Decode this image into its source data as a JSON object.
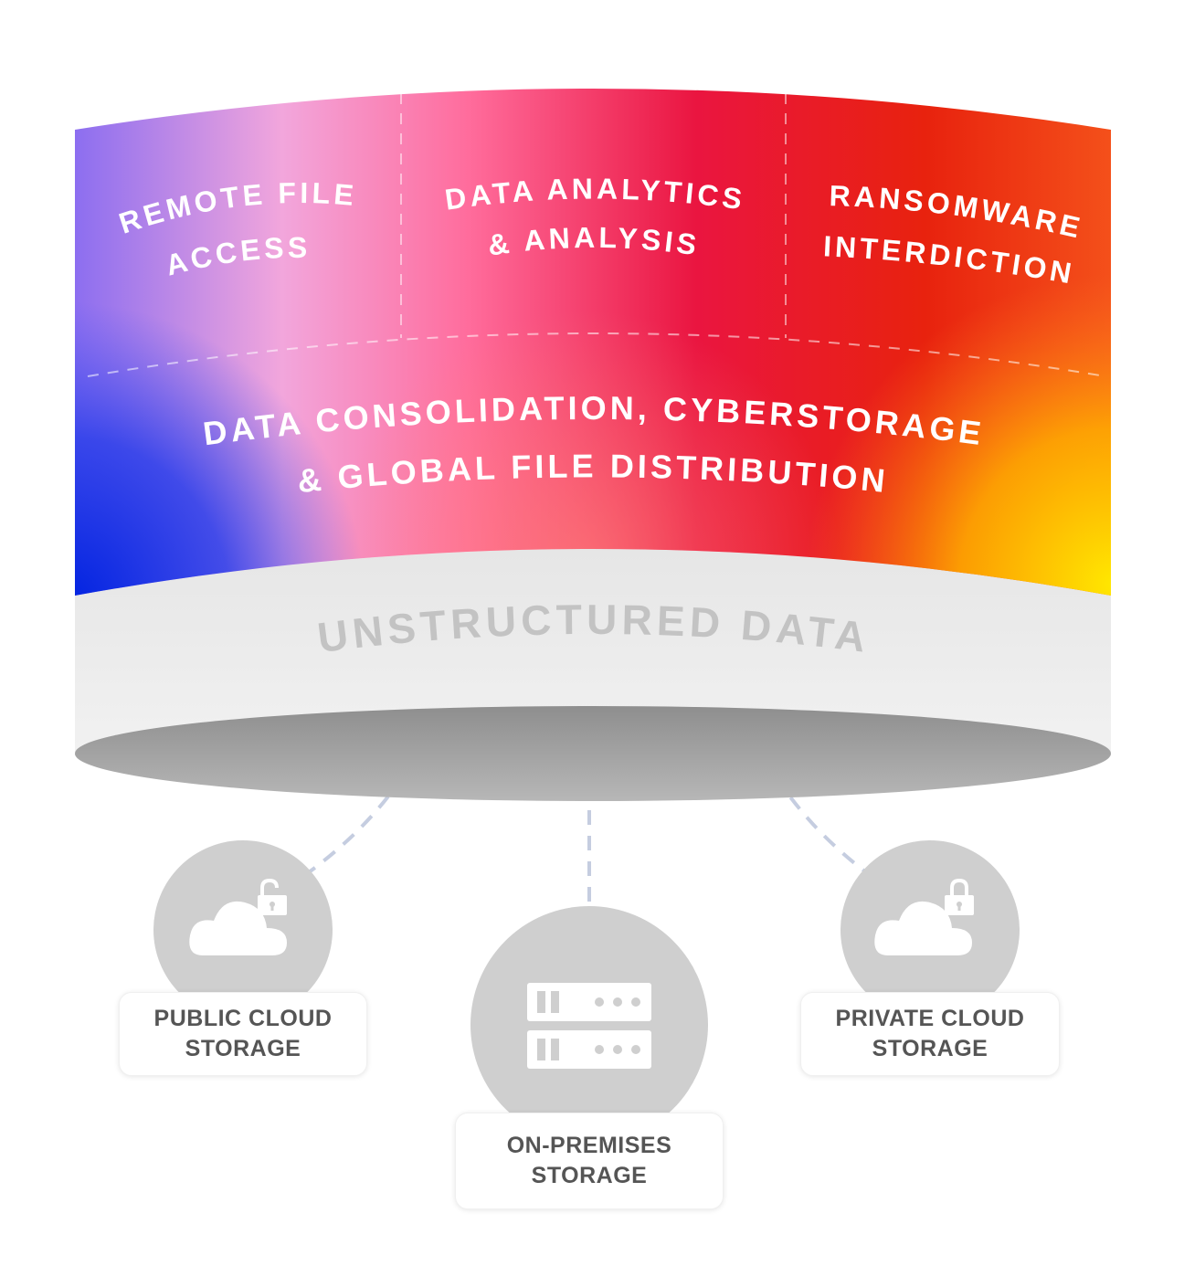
{
  "cylinder": {
    "sections": [
      {
        "line1": "REMOTE FILE",
        "line2": "ACCESS"
      },
      {
        "line1": "DATA ANALYTICS",
        "line2": "& ANALYSIS"
      },
      {
        "line1": "RANSOMWARE",
        "line2": "INTERDICTION"
      }
    ],
    "middle": {
      "line1": "DATA CONSOLIDATION, CYBERSTORAGE",
      "line2": "& GLOBAL FILE DISTRIBUTION"
    },
    "base_label": "UNSTRUCTURED DATA"
  },
  "storage": {
    "public_cloud": {
      "line1": "PUBLIC CLOUD",
      "line2": "STORAGE",
      "icon": "cloud-unlocked-icon"
    },
    "on_premises": {
      "line1": "ON-PREMISES",
      "line2": "STORAGE",
      "icon": "server-rack-icon"
    },
    "private_cloud": {
      "line1": "PRIVATE CLOUD",
      "line2": "STORAGE",
      "icon": "cloud-locked-icon"
    }
  },
  "colors": {
    "gradient": [
      "#0a2be0",
      "#9b7df2",
      "#f5a3d6",
      "#ff4d7a",
      "#e8101a",
      "#f0702a",
      "#ffe000"
    ],
    "base_band": "#ebebeb",
    "base_label": "#c3c3c3",
    "icon_circle": "#cfcfcf",
    "connector": "#c5cde0"
  }
}
